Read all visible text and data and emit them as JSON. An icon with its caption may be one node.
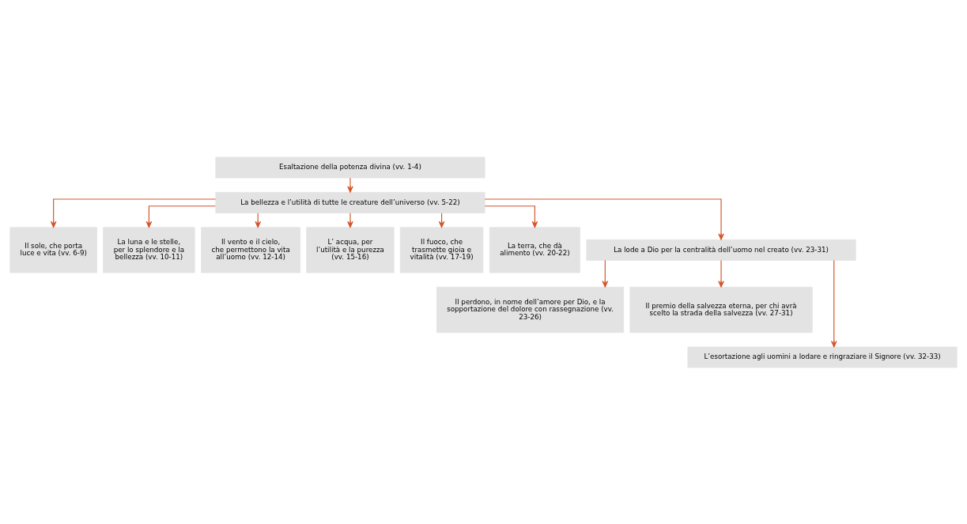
{
  "diagram": {
    "nodes": [
      {
        "text": [
          "Esaltazione della potenza divina (vv. 1-4)"
        ]
      },
      {
        "text": [
          "La bellezza e l’utilità di tutte le creature dell’universo (vv. 5-22)"
        ]
      },
      {
        "text": [
          "Il sole, che porta luce e vita (vv. 6-9)"
        ]
      },
      {
        "text": [
          "La luna e le stelle, per lo splendore e la bellezza (vv. 10-11)"
        ]
      },
      {
        "text": [
          "Il vento e il cielo, che permettono la vita all’uomo (vv. 12-14)"
        ]
      },
      {
        "text": [
          "L’ acqua, per l’utilità e la purezza (vv. 15-16)"
        ]
      },
      {
        "text": [
          "Il fuoco, che trasmette gioia e vitalità (vv. 17-19)"
        ]
      },
      {
        "text": [
          "La terra, che dà alimento (vv. 20-22)"
        ]
      },
      {
        "text": [
          "La lode a Dio per la centralità dell’uomo nel creato (vv. 23-31)"
        ]
      },
      {
        "text": [
          "Il perdono, in nome dell’amore per Dio, e la sopportazione del dolore con rassegnazione (vv. 23-26)"
        ]
      },
      {
        "text": [
          "Il premio della salvezza eterna, per chi avrà scelto la strada della salvezza (vv. 27-31)"
        ]
      },
      {
        "text": [
          "L’esortazione agli uomini a lodare e ringraziare il Signore (vv. 32-33)"
        ]
      }
    ],
    "edges": [
      {
        "from": 0,
        "to": 1,
        "arrow": "to"
      },
      {
        "from": 1,
        "to": 2,
        "arrow": "to"
      },
      {
        "from": 1,
        "to": 3,
        "arrow": "to"
      },
      {
        "from": 1,
        "to": 4,
        "arrow": "to"
      },
      {
        "from": 1,
        "to": 5,
        "arrow": "to"
      },
      {
        "from": 1,
        "to": 6,
        "arrow": "to"
      },
      {
        "from": 1,
        "to": 7,
        "arrow": "to"
      },
      {
        "from": 1,
        "to": 8,
        "arrow": "to"
      },
      {
        "from": 8,
        "to": 9,
        "arrow": "to"
      },
      {
        "from": 8,
        "to": 10,
        "arrow": "to"
      },
      {
        "from": 8,
        "to": 11,
        "arrow": "to"
      }
    ]
  }
}
